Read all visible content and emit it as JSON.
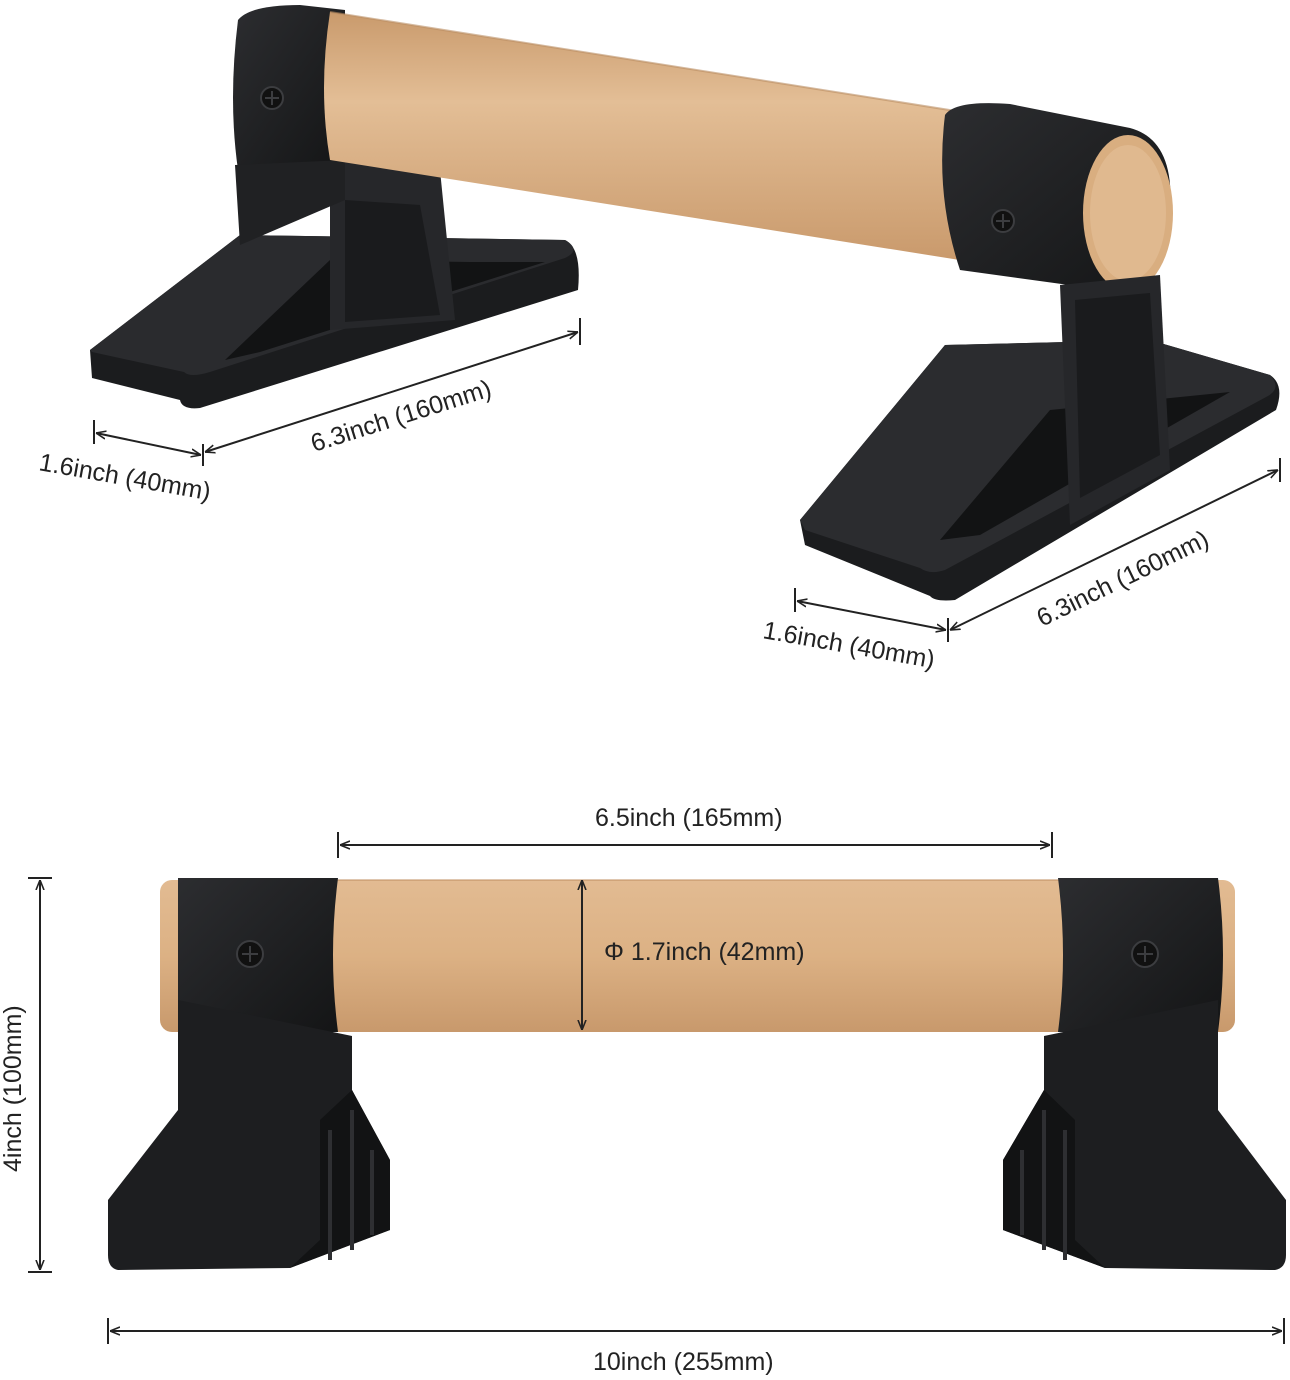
{
  "colors": {
    "background": "#ffffff",
    "metal": "#1c1d1f",
    "metal_highlight": "#3a3b3e",
    "wood": "#d8ad80",
    "wood_light": "#e6c49e",
    "wood_dark": "#c39368",
    "dimension_line": "#222222"
  },
  "icons": {
    "screw": "screw-icon"
  },
  "dimensions": {
    "top_left_width": "1.6inch (40mm)",
    "top_left_length": "6.3inch (160mm)",
    "top_right_width": "1.6inch (40mm)",
    "top_right_length": "6.3inch (160mm)",
    "handle_length": "6.5inch (165mm)",
    "handle_diameter": "Φ 1.7inch (42mm)",
    "height": "4inch (100mm)",
    "total_length": "10inch (255mm)"
  }
}
